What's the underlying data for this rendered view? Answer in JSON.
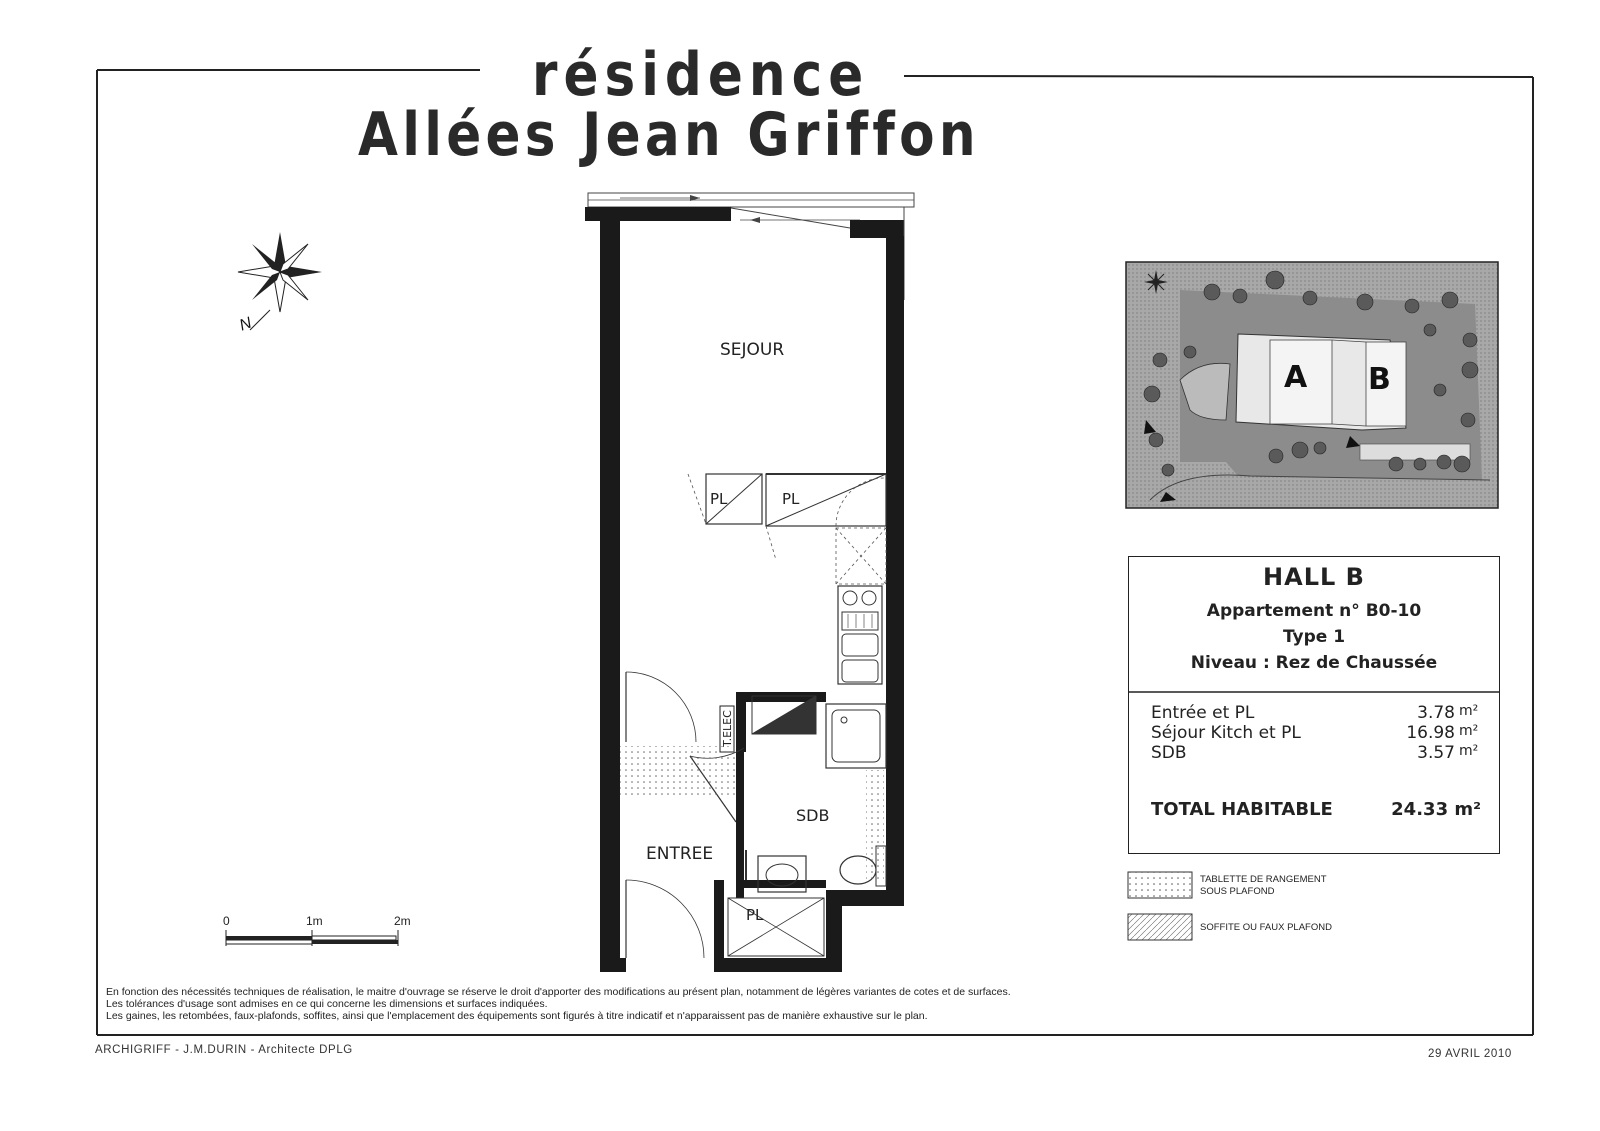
{
  "title": {
    "line1": "résidence",
    "line2": "Allées Jean Griffon"
  },
  "compass": {
    "north_label": "N"
  },
  "plan": {
    "rooms": {
      "sejour": "SEJOUR",
      "entree": "ENTREE",
      "sdb": "SDB",
      "telec": "T.ELEC"
    },
    "storage_labels": [
      "PL",
      "PL",
      "PL"
    ]
  },
  "scale_bar": {
    "labels": [
      "0",
      "1m",
      "2m"
    ]
  },
  "site_plan": {
    "buildings": [
      "A",
      "B"
    ]
  },
  "apartment": {
    "hall": "HALL B",
    "number": "Appartement n° B0-10",
    "type": "Type 1",
    "level": "Niveau : Rez de Chaussée",
    "areas": [
      {
        "label": "Entrée  et  PL",
        "value": "3.78",
        "unit": "m²"
      },
      {
        "label": "Séjour  Kitch  et  PL",
        "value": "16.98",
        "unit": "m²"
      },
      {
        "label": "SDB",
        "value": "3.57",
        "unit": "m²"
      }
    ],
    "total_label": "TOTAL HABITABLE",
    "total_value": "24.33 m²"
  },
  "legend": {
    "item1_line1": "TABLETTE  DE  RANGEMENT",
    "item1_line2": "SOUS  PLAFOND",
    "item2": "SOFFITE  OU  FAUX  PLAFOND"
  },
  "notes": [
    "En fonction des nécessités techniques de réalisation, le maitre d'ouvrage se réserve le droit d'apporter des modifications au présent plan, notamment de légères variantes de cotes et de surfaces.",
    "Les tolérances d'usage sont admises en ce qui concerne les dimensions et surfaces indiquées.",
    "Les gaines, les retombées, faux-plafonds, soffites, ainsi que l'emplacement des équipements sont figurés à titre indicatif et n'apparaissent pas de manière exhaustive sur le plan."
  ],
  "footer": {
    "architect": "ARCHIGRIFF  -  J.M.DURIN  -  Architecte  DPLG",
    "date": "29  AVRIL  2010"
  },
  "colors": {
    "ink": "#222222",
    "wall": "#1a1a1a",
    "site_bg": "#9a9a9a",
    "paper": "#ffffff"
  }
}
